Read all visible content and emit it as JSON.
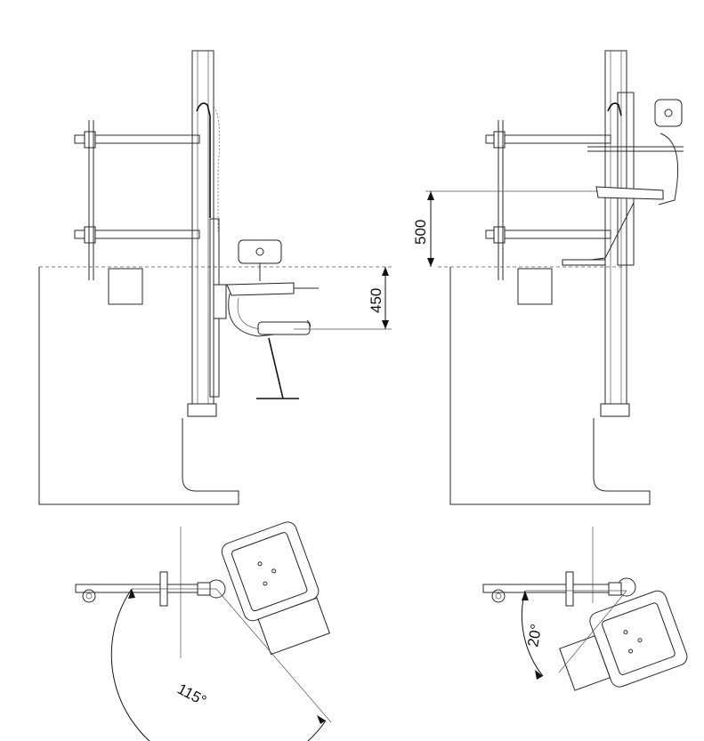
{
  "dimensions": {
    "seat_height": "450",
    "lift_travel": "500",
    "swing_angle": "115°",
    "rotation_angle": "20°"
  }
}
